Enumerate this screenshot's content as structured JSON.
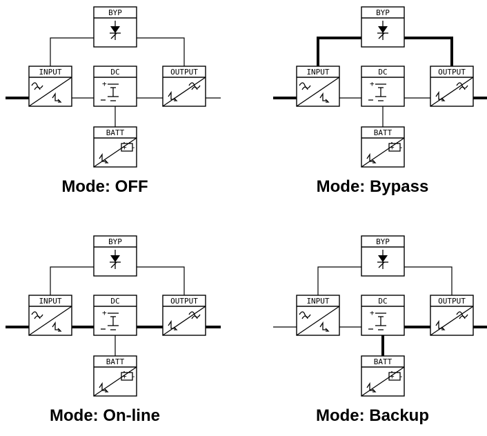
{
  "blocks": {
    "byp": "BYP",
    "input": "INPUT",
    "dc": "DC",
    "output": "OUTPUT",
    "batt": "BATT"
  },
  "modes": [
    {
      "caption": "Mode: OFF",
      "active_paths": [
        "input-feed"
      ]
    },
    {
      "caption": "Mode: Bypass",
      "active_paths": [
        "input-feed",
        "bypass-left",
        "bypass-right",
        "output-feed"
      ]
    },
    {
      "caption": "Mode: On-line",
      "active_paths": [
        "input-feed",
        "input-dc",
        "dc-output",
        "output-feed"
      ]
    },
    {
      "caption": "Mode: Backup",
      "active_paths": [
        "batt-dc",
        "dc-output",
        "output-feed"
      ]
    }
  ]
}
